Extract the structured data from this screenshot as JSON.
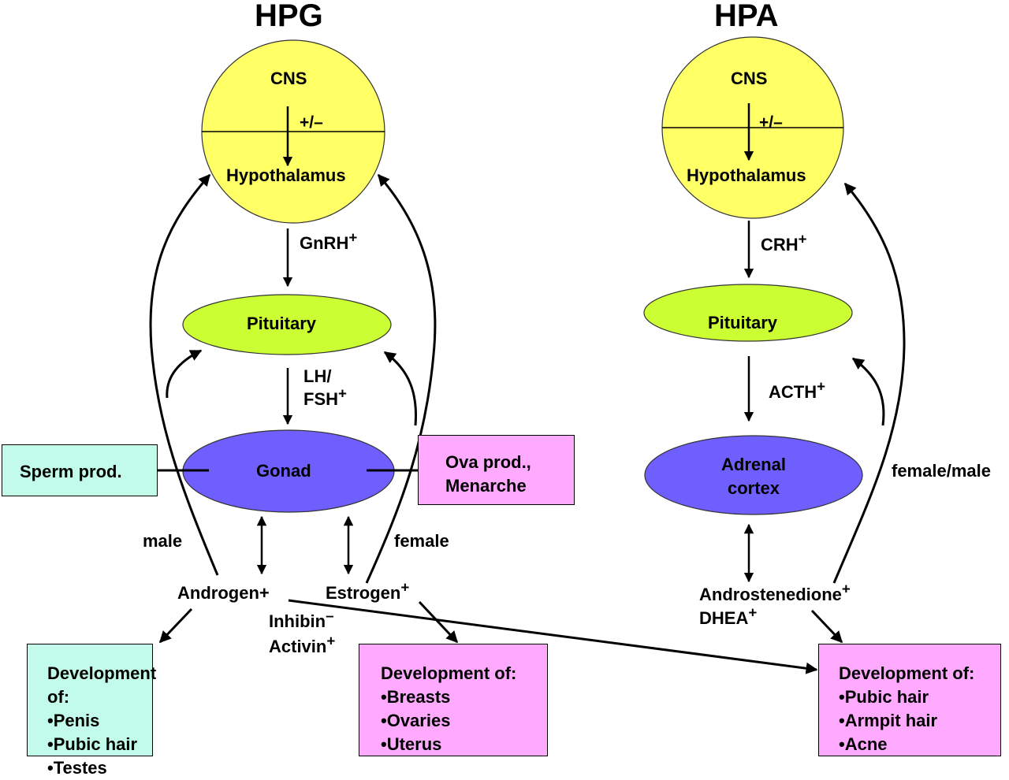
{
  "colors": {
    "cns_circle": "#ffff66",
    "pituitary": "#ccff33",
    "gonad": "#6f5fff",
    "male_box": "#c2fbe9",
    "female_box": "#ffaaff",
    "arrow": "#000000"
  },
  "hpg": {
    "title": "HPG",
    "cns": "CNS",
    "plus_minus": "+/–",
    "hypothalamus": "Hypothalamus",
    "gnrh": "GnRH",
    "gnrh_sign": "+",
    "pituitary": "Pituitary",
    "lh": "LH/",
    "fsh": "FSH",
    "fsh_sign": "+",
    "gonad": "Gonad",
    "sperm_box": "Sperm prod.",
    "ova_box_line1": "Ova prod.,",
    "ova_box_line2": "Menarche",
    "male_label": "male",
    "female_label": "female",
    "androgen": "Androgen",
    "androgen_sign": "+",
    "estrogen": "Estrogen",
    "estrogen_sign": "+",
    "inhibin": "Inhibin",
    "inhibin_sign": "–",
    "activin": "Activin",
    "activin_sign": "+",
    "male_dev_box": {
      "heading": "Development of:",
      "items": [
        "•Penis",
        "•Pubic hair",
        "•Testes"
      ]
    },
    "female_dev_box": {
      "heading": "Development of:",
      "items": [
        "•Breasts",
        "•Ovaries",
        "•Uterus"
      ]
    }
  },
  "hpa": {
    "title": "HPA",
    "cns": "CNS",
    "plus_minus": "+/–",
    "hypothalamus": "Hypothalamus",
    "crh": "CRH",
    "crh_sign": "+",
    "pituitary": "Pituitary",
    "acth": "ACTH",
    "acth_sign": "+",
    "adrenal_line1": "Adrenal",
    "adrenal_line2": "cortex",
    "female_male_label": "female/male",
    "androstenedione": "Androstenedione",
    "androstenedione_sign": "+",
    "dhea": "DHEA",
    "dhea_sign": "+",
    "dev_box": {
      "heading": "Development of:",
      "items": [
        "•Pubic hair",
        "•Armpit hair",
        "•Acne"
      ]
    }
  }
}
